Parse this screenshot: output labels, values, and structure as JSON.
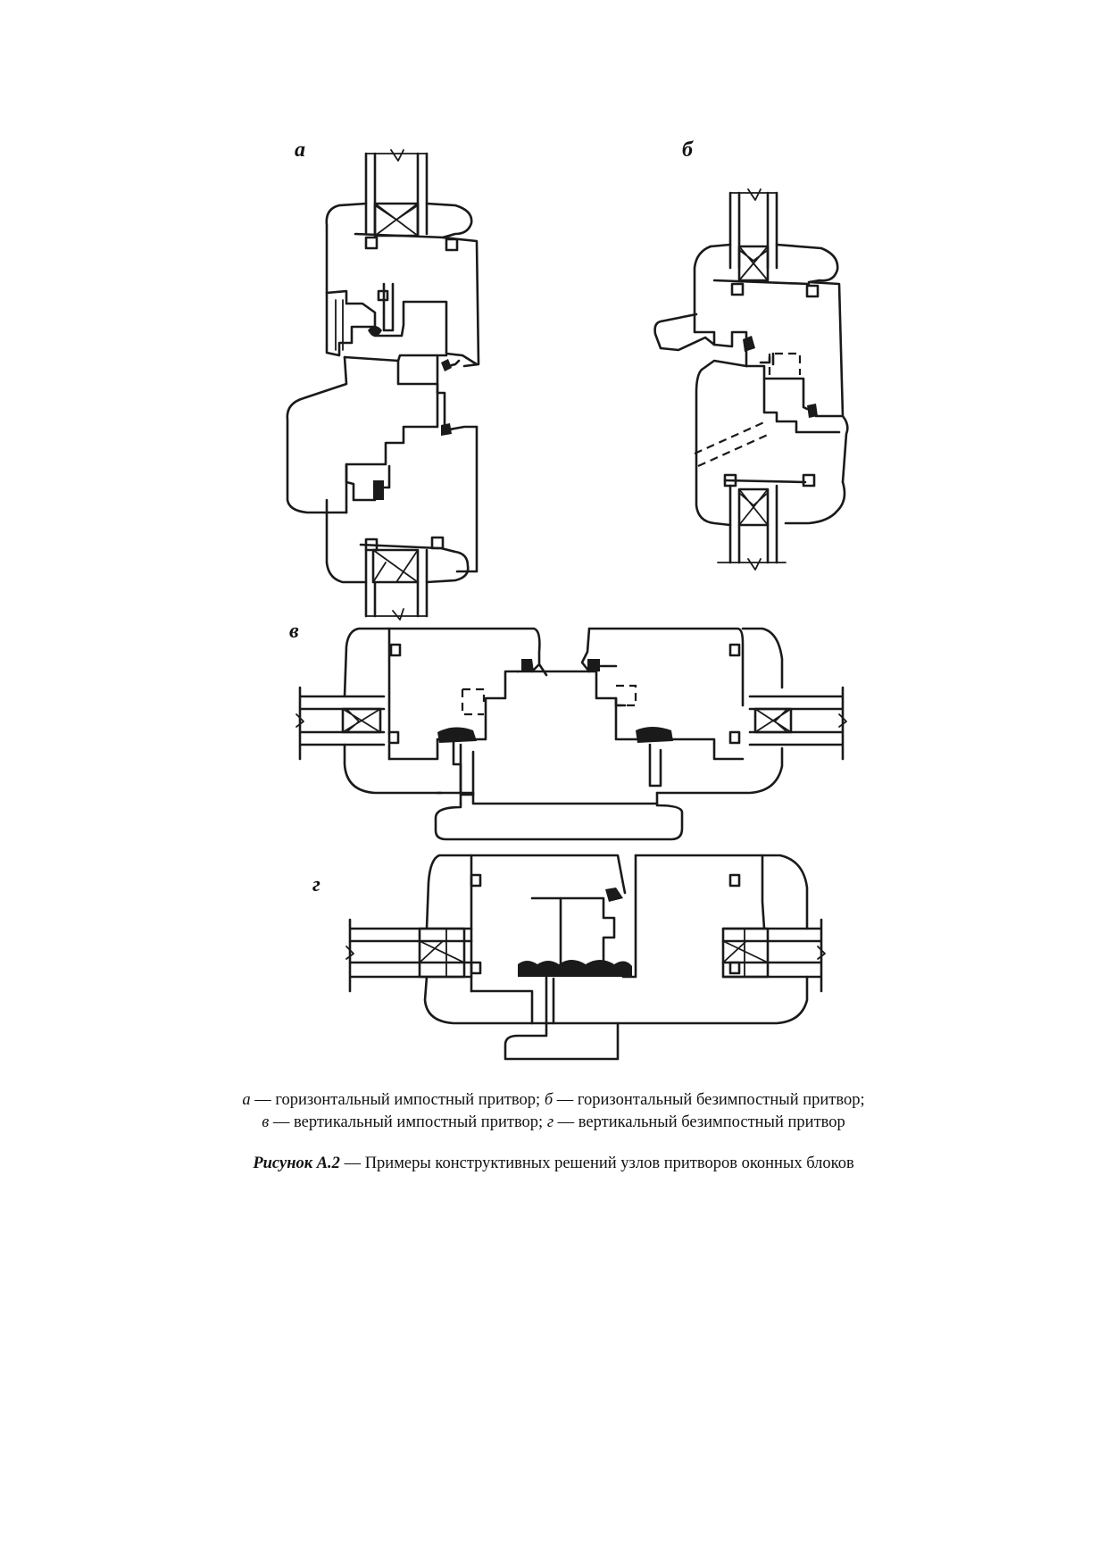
{
  "figure": {
    "panels": [
      {
        "letter": "а"
      },
      {
        "letter": "б"
      },
      {
        "letter": "в"
      },
      {
        "letter": "г"
      }
    ],
    "legend": {
      "line1": [
        {
          "key": "а",
          "text": " — горизонтальный импостный притвор; "
        },
        {
          "key": "б",
          "text": " — горизонтальный безимпостный притвор;"
        }
      ],
      "line2": [
        {
          "key": "в",
          "text": " — вертикальный импостный притвор; "
        },
        {
          "key": "г",
          "text": " — вертикальный безимпостный притвор"
        }
      ]
    },
    "title": {
      "label": "Рисунок А.2",
      "text": " — Примеры конструктивных решений узлов притворов оконных блоков"
    }
  }
}
